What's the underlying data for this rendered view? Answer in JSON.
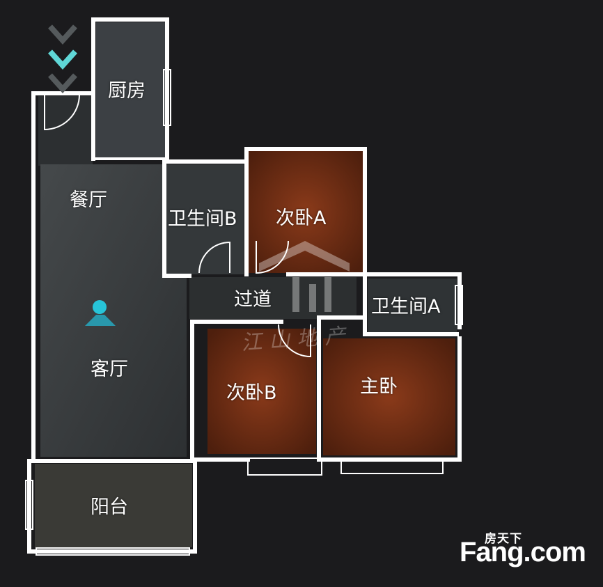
{
  "rooms": {
    "kitchen": "厨房",
    "dining": "餐厅",
    "bath_b": "卫生间B",
    "bedroom_a": "次卧A",
    "corridor": "过道",
    "bath_a": "卫生间A",
    "living": "客厅",
    "bedroom_b": "次卧B",
    "master": "主卧",
    "balcony": "阳台"
  },
  "watermark": {
    "text": "江山地产"
  },
  "logo": {
    "cn": "房天下",
    "en": "Fang.com"
  },
  "colors": {
    "background": "#1b1b1d",
    "wall": "#ffffff",
    "floor_tile": "#3a3d3f",
    "floor_wood": "#6b2a12",
    "entrance_arrow": "#5fd7d7",
    "position_marker": "#27c4d8"
  },
  "icons": [
    "entrance-arrow-icon",
    "position-marker-icon",
    "fang-logo"
  ]
}
